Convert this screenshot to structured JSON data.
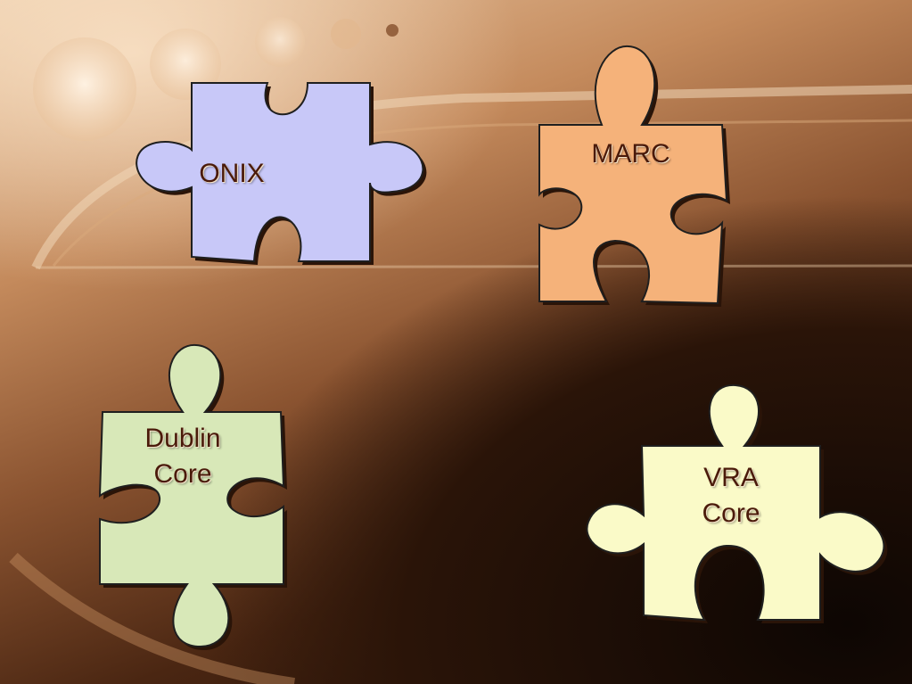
{
  "pieces": {
    "onix": {
      "label": "ONIX",
      "color": "#c8c8f8"
    },
    "marc": {
      "label": "MARC",
      "color": "#f5b27a"
    },
    "dublin": {
      "label": "Dublin\nCore",
      "color": "#d8e8b8"
    },
    "vra": {
      "label": "VRA\nCore",
      "color": "#fafac8"
    }
  }
}
